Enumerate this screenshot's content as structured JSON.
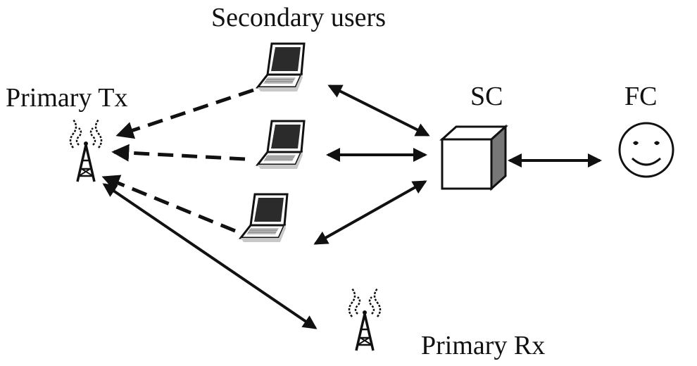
{
  "labels": {
    "secondary_users": "Secondary users",
    "primary_tx": "Primary Tx",
    "sc": "SC",
    "fc": "FC",
    "primary_rx": "Primary Rx"
  },
  "colors": {
    "ink": "#111111",
    "laptop_screen": "#2b2b2b",
    "box_side": "#777777"
  },
  "icons": [
    "tower-icon",
    "laptop-icon",
    "cube-icon",
    "smiley-icon"
  ]
}
